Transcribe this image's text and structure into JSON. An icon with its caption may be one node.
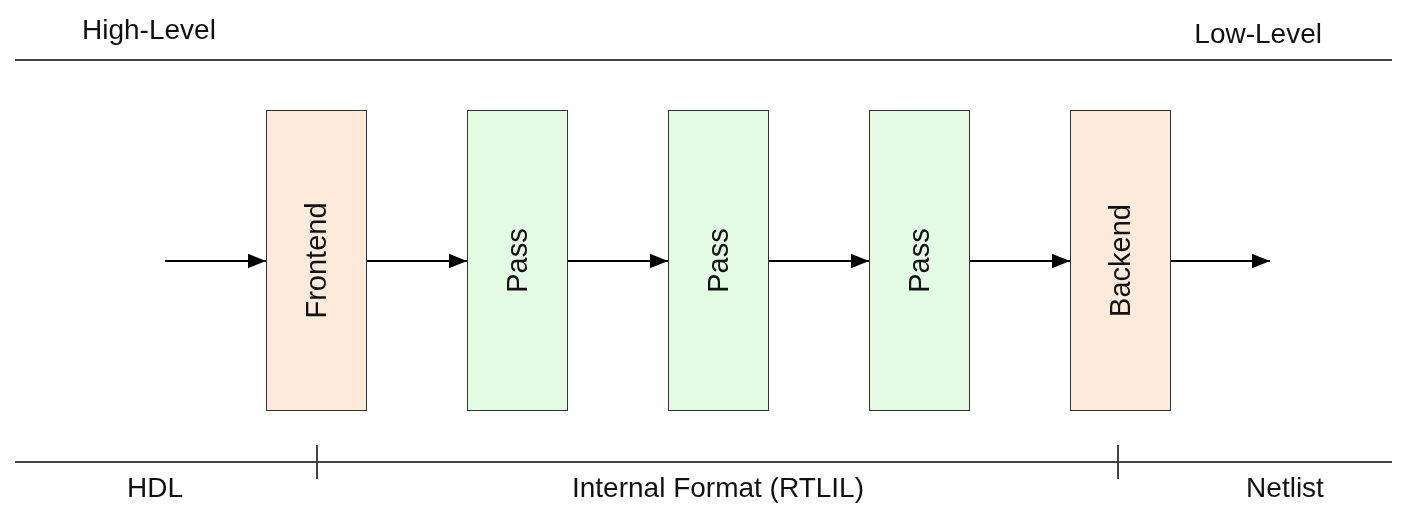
{
  "diagram": {
    "nodes": [
      {
        "text": [
          "Frontend"
        ]
      },
      {
        "text": [
          "Pass"
        ]
      },
      {
        "text": [
          "Pass"
        ]
      },
      {
        "text": [
          "Pass"
        ]
      },
      {
        "text": [
          "Backend"
        ]
      }
    ],
    "edges": [
      {
        "from": null,
        "to": 0,
        "arrow": "to"
      },
      {
        "from": 0,
        "to": 1,
        "arrow": "to"
      },
      {
        "from": 1,
        "to": 2,
        "arrow": "to"
      },
      {
        "from": 2,
        "to": 3,
        "arrow": "to"
      },
      {
        "from": 3,
        "to": 4,
        "arrow": "to"
      },
      {
        "from": 4,
        "to": null,
        "arrow": "to"
      }
    ],
    "labels": [
      "High-Level",
      "Low-Level",
      "HDL",
      "Internal Format (RTLIL)",
      "Netlist"
    ]
  }
}
